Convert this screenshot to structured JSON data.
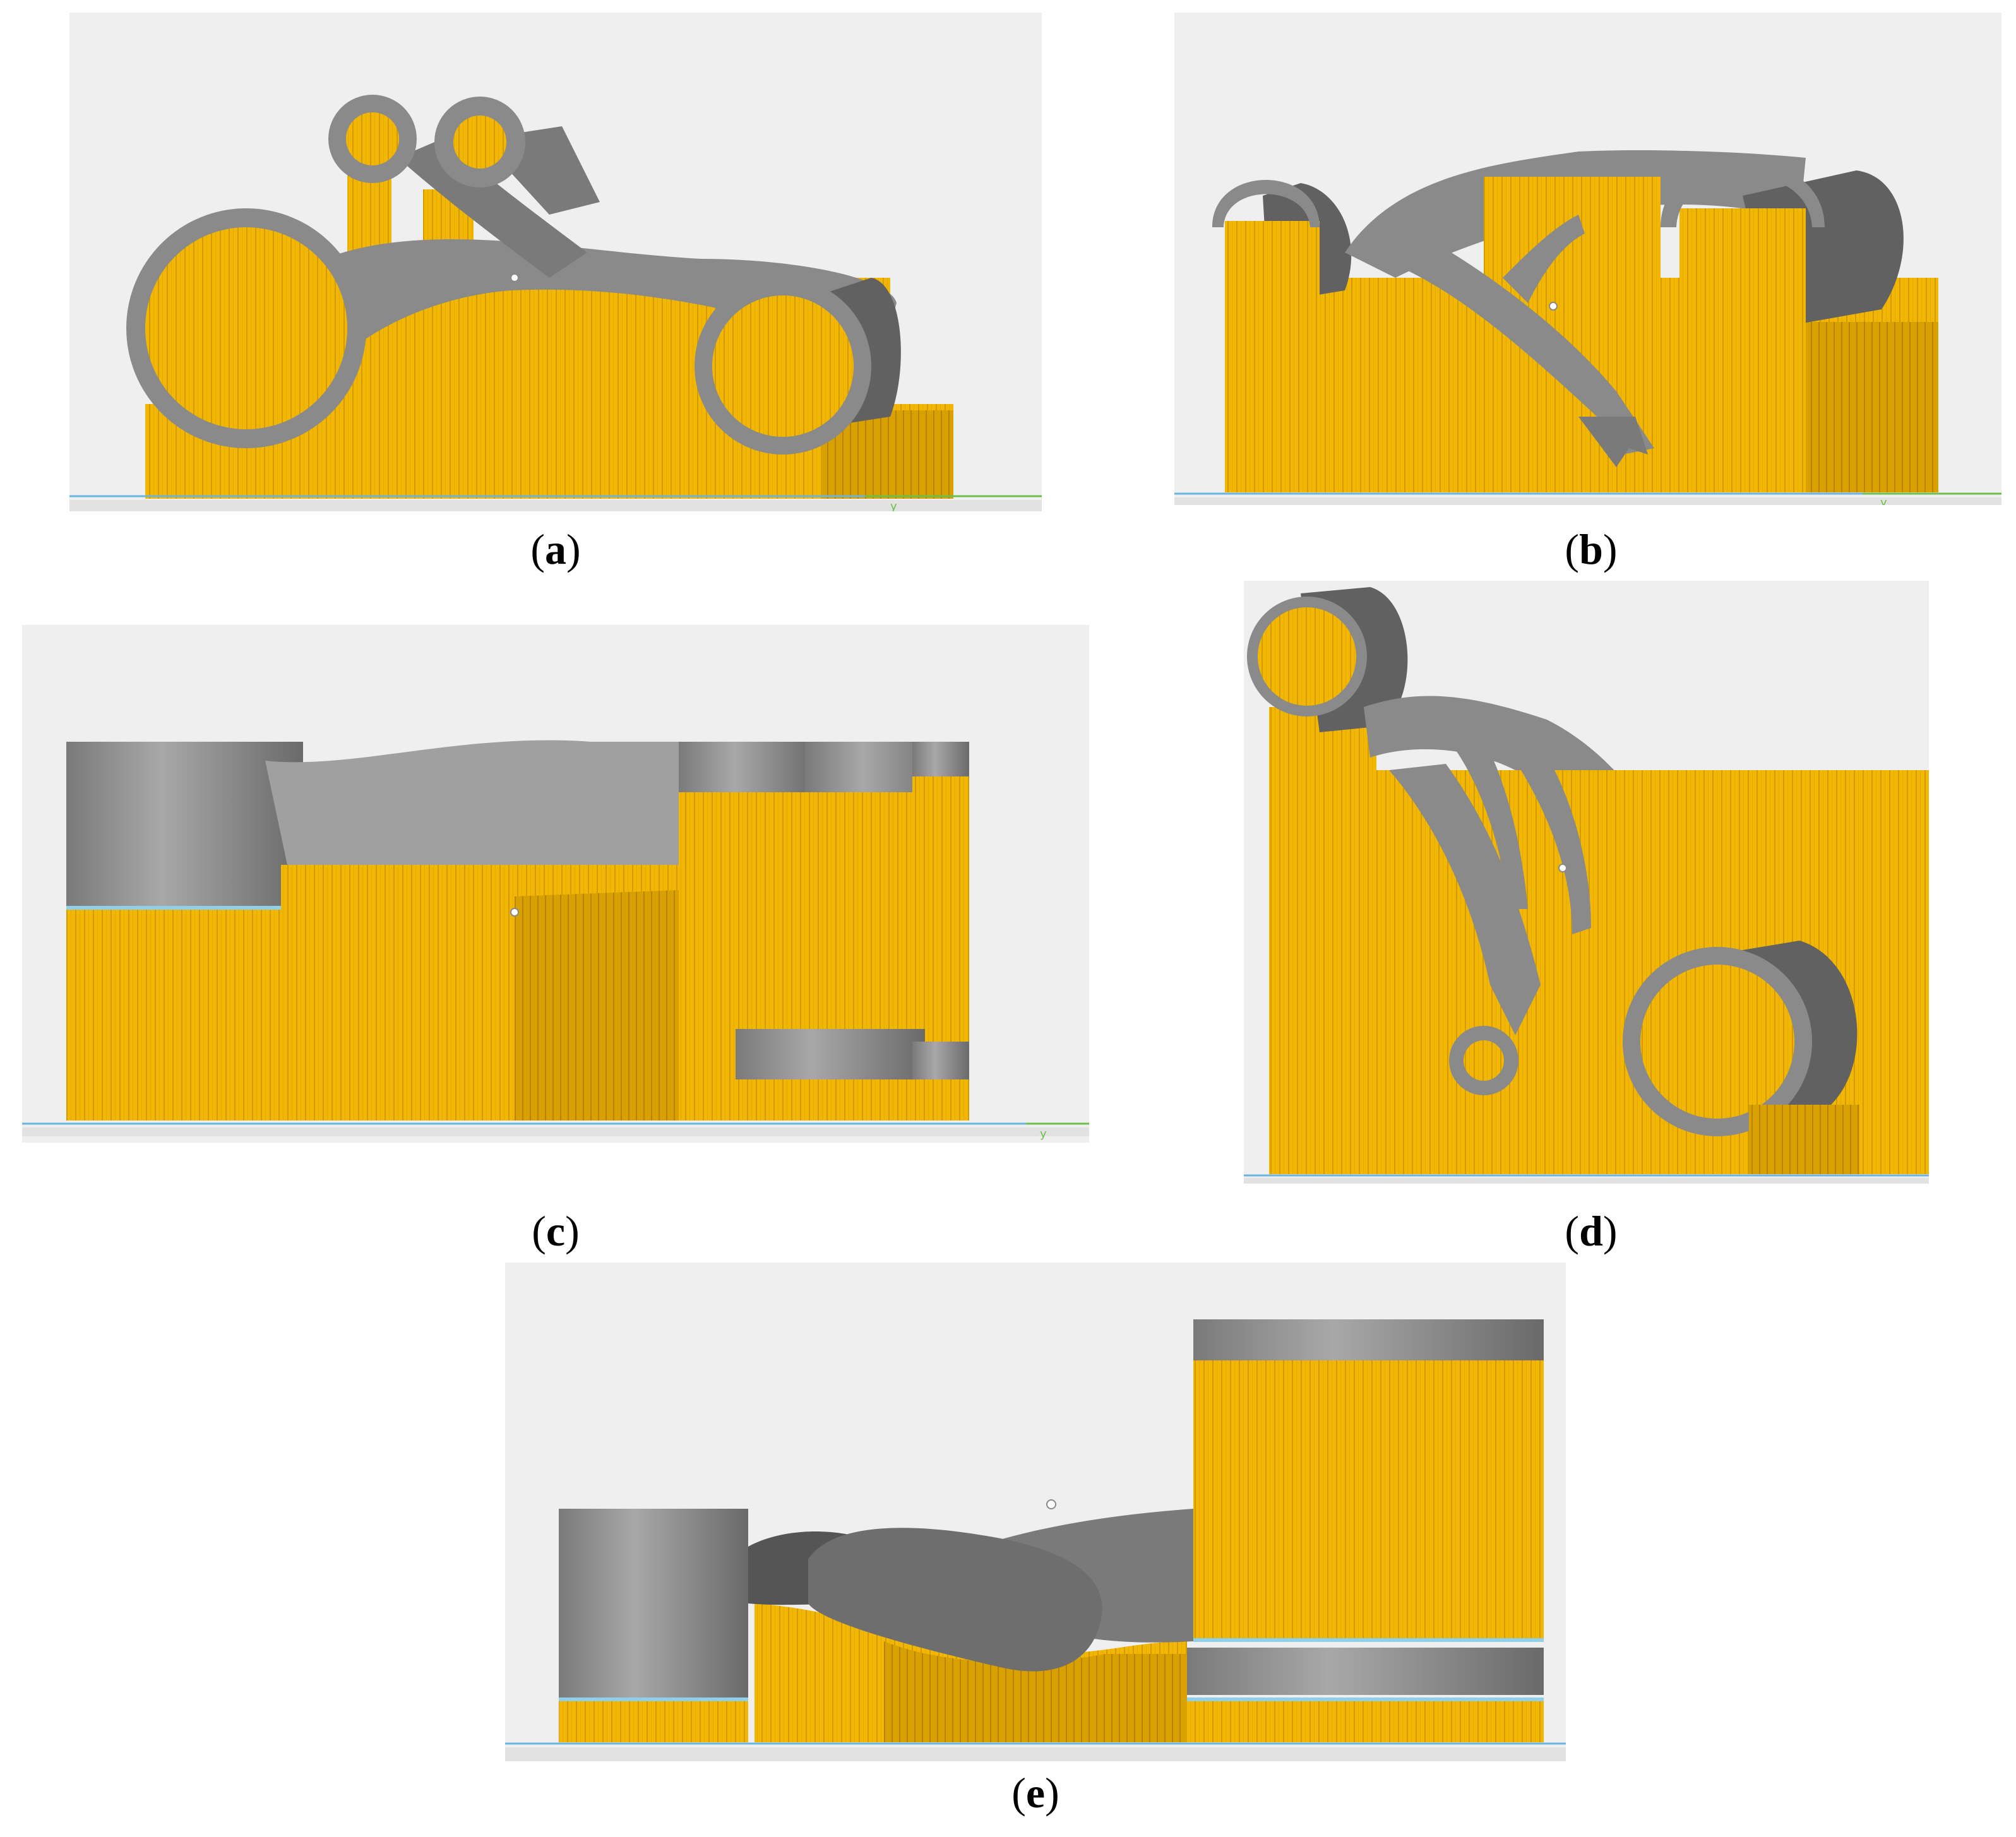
{
  "panels": [
    {
      "id": "a",
      "axis_label": "y"
    },
    {
      "id": "b",
      "axis_label": "y"
    },
    {
      "id": "c",
      "axis_label": "y"
    },
    {
      "id": "d",
      "axis_label": ""
    },
    {
      "id": "e",
      "axis_label": ""
    }
  ],
  "captions": {
    "a": "a",
    "b": "b",
    "c": "c",
    "d": "d",
    "e": "e"
  },
  "colors": {
    "support": "#f2b705",
    "support_dark": "#d49b00",
    "part": "#8a8a8a",
    "part_dark": "#616161",
    "part_light": "#a8a8a8",
    "background": "#efefef",
    "edge_cyan": "#8fd0e8",
    "axis_green": "#6cc04a",
    "axis_blue": "#6ab4e0"
  }
}
